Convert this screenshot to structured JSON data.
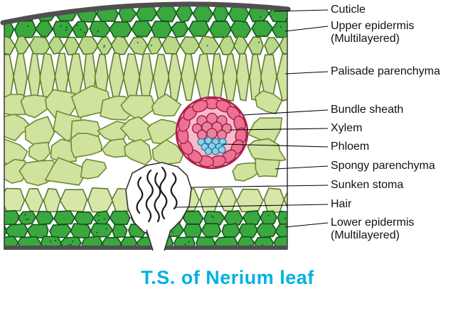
{
  "title": "T.S. of Nerium leaf",
  "labels": [
    {
      "id": "cuticle",
      "text": "Cuticle"
    },
    {
      "id": "upper-epidermis",
      "text": "Upper epidermis",
      "sub": "(Multilayered)"
    },
    {
      "id": "palisade-parenchyma",
      "text": "Palisade parenchyma"
    },
    {
      "id": "bundle-sheath",
      "text": "Bundle sheath"
    },
    {
      "id": "xylem",
      "text": "Xylem"
    },
    {
      "id": "phloem",
      "text": "Phloem"
    },
    {
      "id": "spongy-parenchyma",
      "text": "Spongy parenchyma"
    },
    {
      "id": "sunken-stoma",
      "text": "Sunken stoma"
    },
    {
      "id": "hair",
      "text": "Hair"
    },
    {
      "id": "lower-epidermis",
      "text": "Lower epidermis",
      "sub": "(Multilayered)"
    }
  ],
  "colors": {
    "title": "#00b1e1",
    "cuticle": "#4f4f4f",
    "epidermis": "#3aa83f",
    "epidermis_stroke": "#14541d",
    "epidermis_light": "#b9d989",
    "palisade": "#cfe29e",
    "palisade_stroke": "#5d7c2f",
    "spongy": "#cfe29e",
    "spongy_stroke": "#6c8a33",
    "brick": "#d6e7a8",
    "bundle_sheath_bg": "#f6bccb",
    "bundle_sheath_cell": "#ec7193",
    "bundle_sheath_stroke": "#ab1f4a",
    "xylem": "#e8839d",
    "phloem": "#8fd2e8",
    "phloem_stroke": "#2f7fa0",
    "outline": "#2b2b2b",
    "label_text": "#111111"
  }
}
